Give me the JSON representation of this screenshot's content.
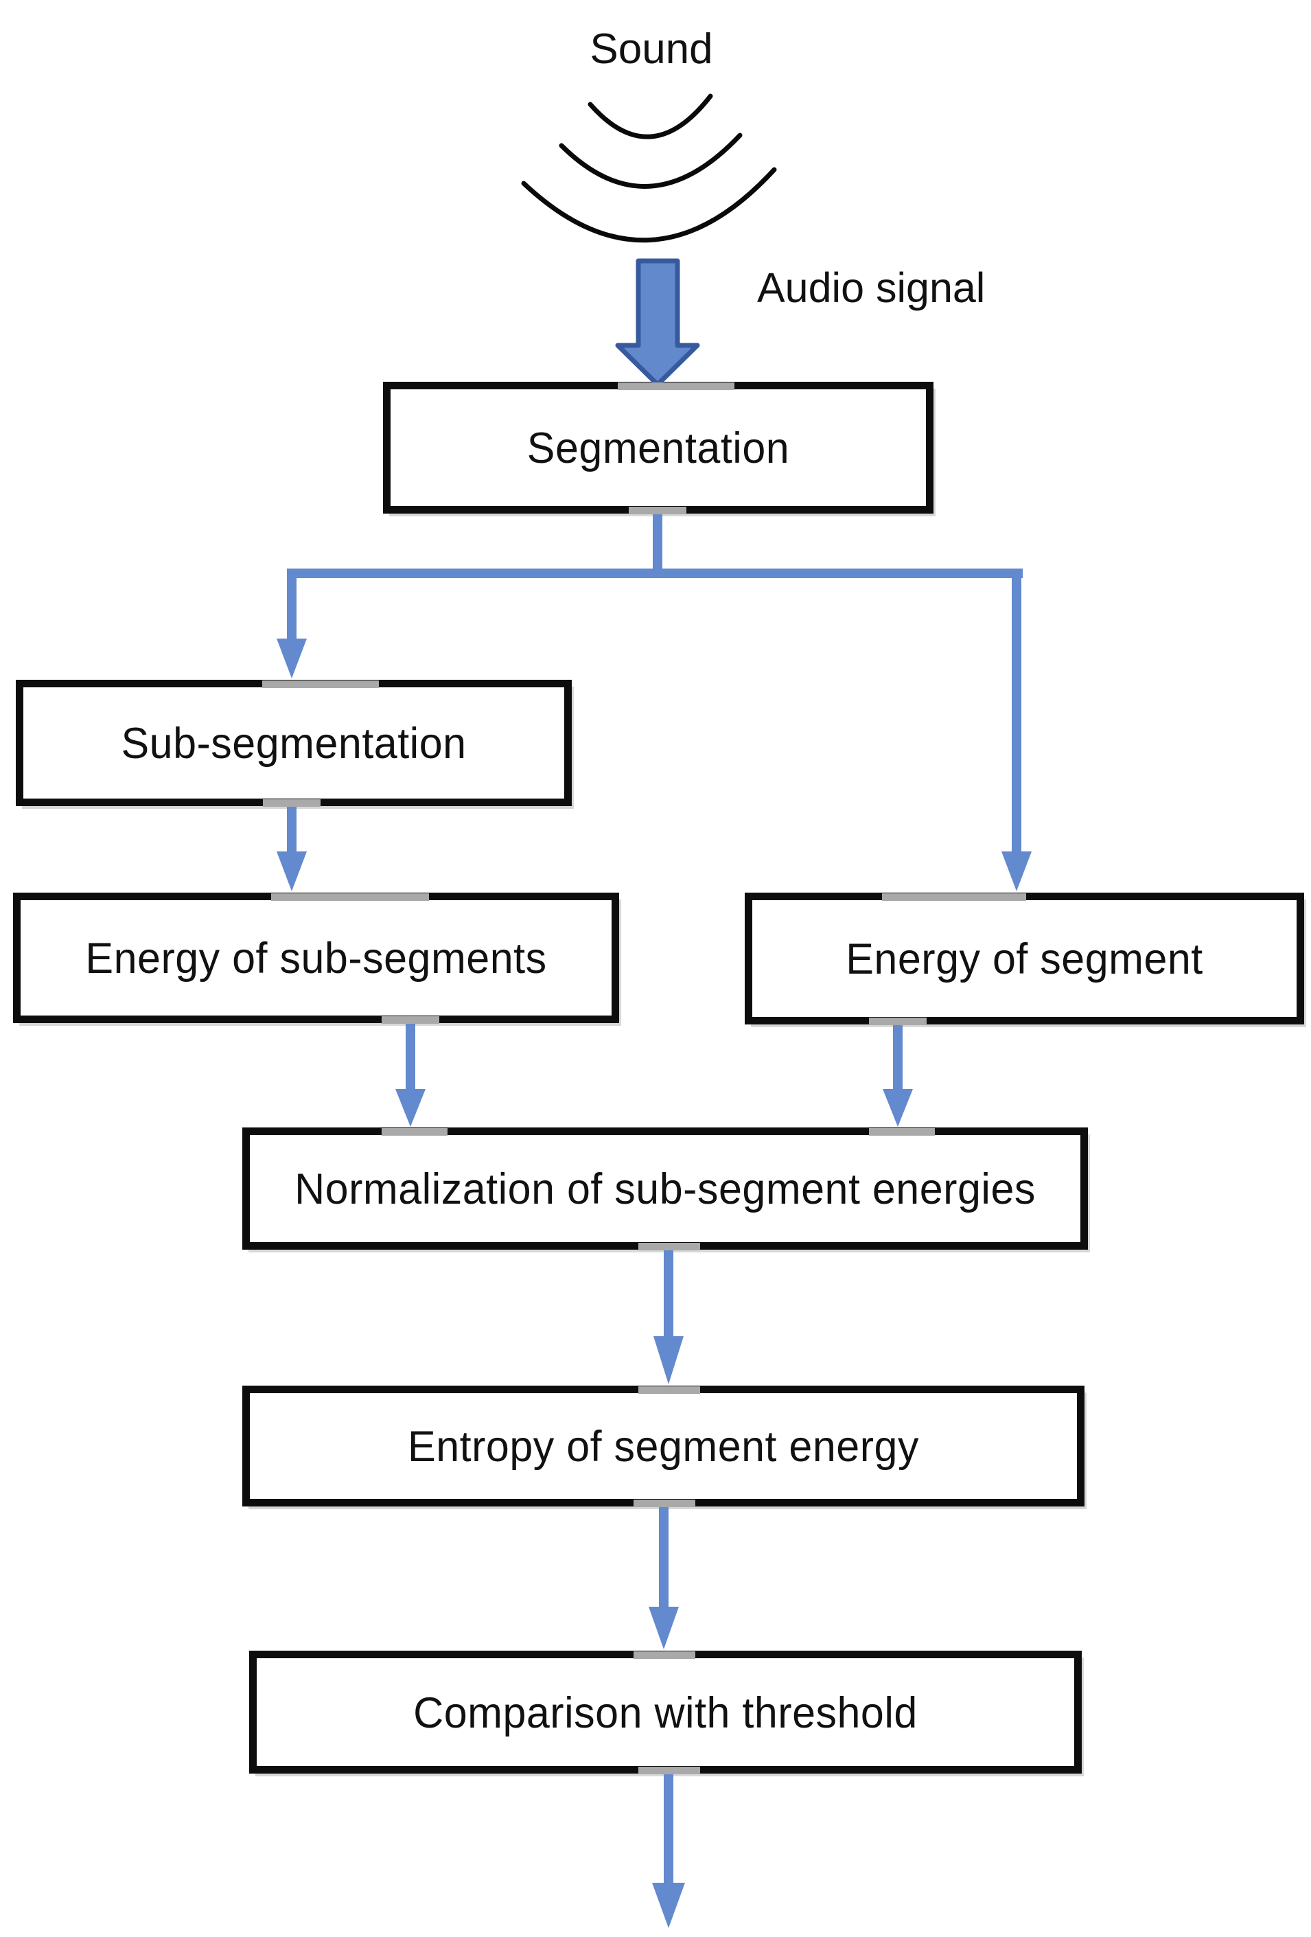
{
  "diagram": {
    "sound_label": "Sound",
    "audio_signal_label": "Audio signal",
    "nodes": {
      "segmentation": "Segmentation",
      "sub_segmentation": "Sub-segmentation",
      "energy_of_sub_segments": "Energy of sub-segments",
      "energy_of_segment": "Energy of segment",
      "normalization": "Normalization of sub-segment energies",
      "entropy": "Entropy of segment energy",
      "comparison": "Comparison with threshold"
    }
  },
  "colors": {
    "background": "#ffffff",
    "box_border": "#0d0d0d",
    "text": "#111111",
    "connector_blue": "#6389ce",
    "block_arrow_fill": "#6289cb",
    "block_arrow_border": "#365a9d",
    "sound_wave_black": "#0a0a0a",
    "junction_gray": "#a9a9a9"
  }
}
